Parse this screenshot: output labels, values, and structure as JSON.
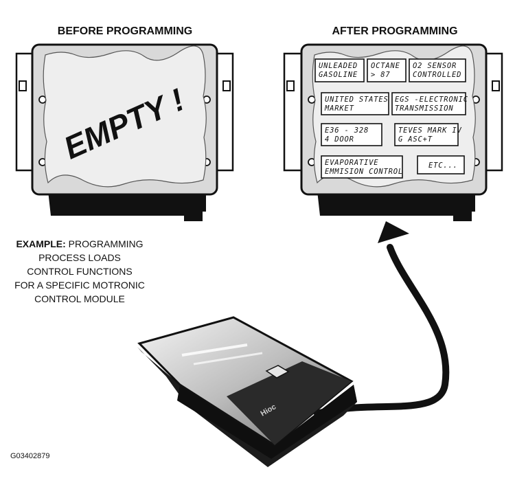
{
  "headings": {
    "before": "BEFORE PROGRAMMING",
    "after": "AFTER PROGRAMMING"
  },
  "empty_text": "EMPTY !",
  "after_labels": {
    "unleaded": [
      "UNLEADED",
      "GASOLINE"
    ],
    "octane": [
      "OCTANE",
      "> 87"
    ],
    "o2": [
      "O2 SENSOR",
      "CONTROLLED"
    ],
    "market": [
      "UNITED STATES",
      "MARKET"
    ],
    "egs": [
      "EGS -ELECTRONIC",
      "TRANSMISSION"
    ],
    "model": [
      "E36 - 328",
      "4 DOOR"
    ],
    "teves": [
      "TEVES MARK IV",
      "G ASC+T"
    ],
    "evap": [
      "EVAPORATIVE",
      "EMMISION CONTROL"
    ],
    "etc": [
      "ETC..."
    ]
  },
  "caption": {
    "bold": "EXAMPLE:",
    "line1_rest": " PROGRAMMING",
    "line2": "PROCESS LOADS",
    "line3": "CONTROL FUNCTIONS",
    "line4": "FOR A SPECIFIC MOTRONIC",
    "line5": "CONTROL MODULE"
  },
  "programmer_brand": "Hioc",
  "figure_id": "G03402879",
  "colors": {
    "module_frame": "#d9d9d9",
    "module_base": "#111111",
    "screen": "#eeeeee",
    "programmer_body": "#222222"
  }
}
